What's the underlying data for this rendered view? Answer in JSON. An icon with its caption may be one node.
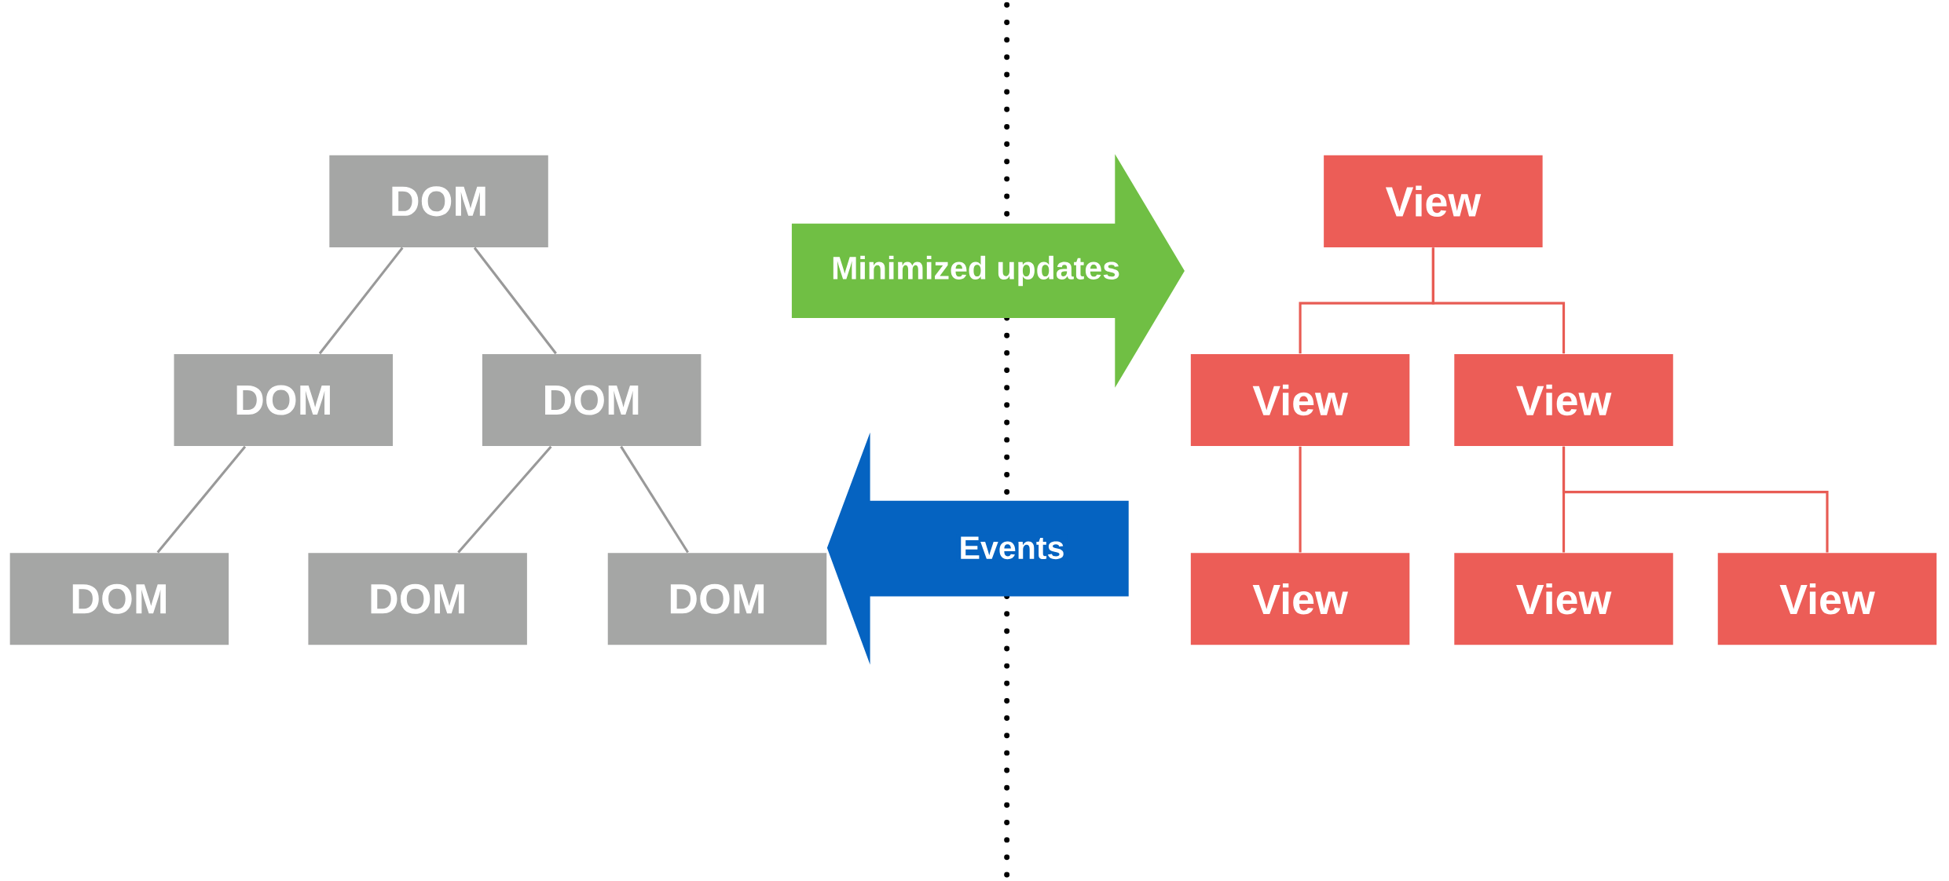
{
  "diagram": {
    "nodes": [
      {
        "text": [
          "DOM"
        ]
      },
      {
        "text": [
          "DOM"
        ]
      },
      {
        "text": [
          "DOM"
        ]
      },
      {
        "text": [
          "DOM"
        ]
      },
      {
        "text": [
          "DOM"
        ]
      },
      {
        "text": [
          "DOM"
        ]
      },
      {
        "text": [
          "View"
        ]
      },
      {
        "text": [
          "View"
        ]
      },
      {
        "text": [
          "View"
        ]
      },
      {
        "text": [
          "View"
        ]
      },
      {
        "text": [
          "View"
        ]
      },
      {
        "text": [
          "View"
        ]
      },
      {
        "text": [
          "Minimized updates"
        ]
      }
    ],
    "edges": [
      {
        "from": 0,
        "to": 1,
        "arrow": "none",
        "color": "#999999"
      },
      {
        "from": 0,
        "to": 2,
        "arrow": "none",
        "color": "#999999"
      },
      {
        "from": 1,
        "to": 3,
        "arrow": "none",
        "color": "#999999"
      },
      {
        "from": 2,
        "to": 4,
        "arrow": "none",
        "color": "#999999"
      },
      {
        "from": 2,
        "to": 5,
        "arrow": "none",
        "color": "#999999"
      },
      {
        "from": 6,
        "to": 7,
        "arrow": "none",
        "color": "#e85c54"
      },
      {
        "from": 6,
        "to": 8,
        "arrow": "none",
        "color": "#e85c54"
      },
      {
        "from": 7,
        "to": 9,
        "arrow": "none",
        "color": "#e85c54"
      },
      {
        "from": 8,
        "to": 10,
        "arrow": "none",
        "color": "#e85c54"
      },
      {
        "from": 8,
        "to": 11,
        "arrow": "none",
        "color": "#e85c54"
      },
      {
        "from": null,
        "to": 5,
        "arrow": "to",
        "label": "Events",
        "style": "thick",
        "color": "#0563c1"
      }
    ]
  }
}
